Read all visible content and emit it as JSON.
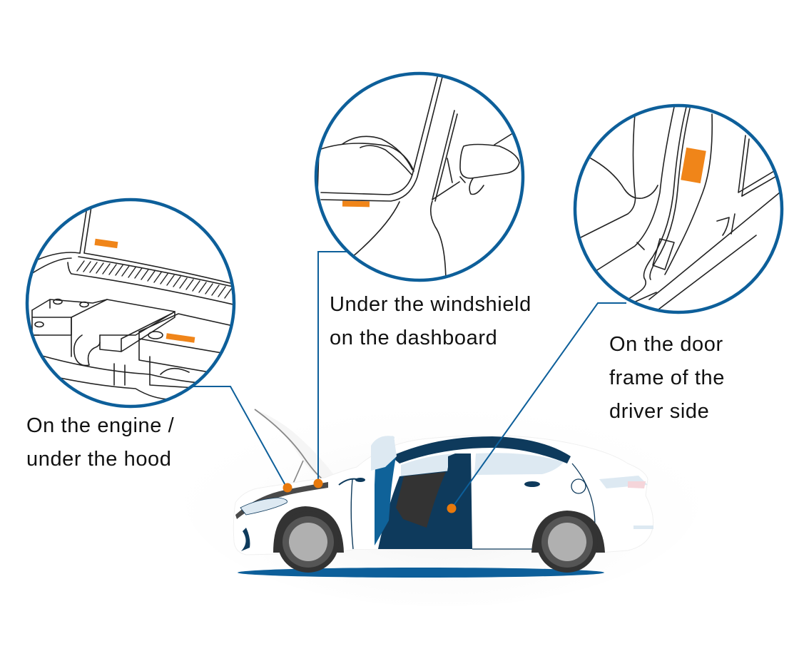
{
  "colors": {
    "circle_stroke": "#0d5f9a",
    "leader_line": "#0d5f9a",
    "marker": "#e8790c",
    "label_sticker": "#f08519",
    "car_dark_blue": "#0e3a5c",
    "car_mid_blue": "#0f6299",
    "car_glass": "#dde9f2",
    "tire": "#333333",
    "rim": "#b0b0b0",
    "ground_shadow": "#0d5f9a",
    "text": "#111111"
  },
  "callouts": [
    {
      "id": "engine",
      "label_lines": [
        "On the engine /",
        "under the hood"
      ],
      "detail_view": "engine-bay"
    },
    {
      "id": "windshield",
      "label_lines": [
        "Under the windshield",
        "on the dashboard"
      ],
      "detail_view": "windshield-dashboard"
    },
    {
      "id": "door",
      "label_lines": [
        "On the door",
        "frame of the",
        "driver side"
      ],
      "detail_view": "door-frame"
    }
  ]
}
